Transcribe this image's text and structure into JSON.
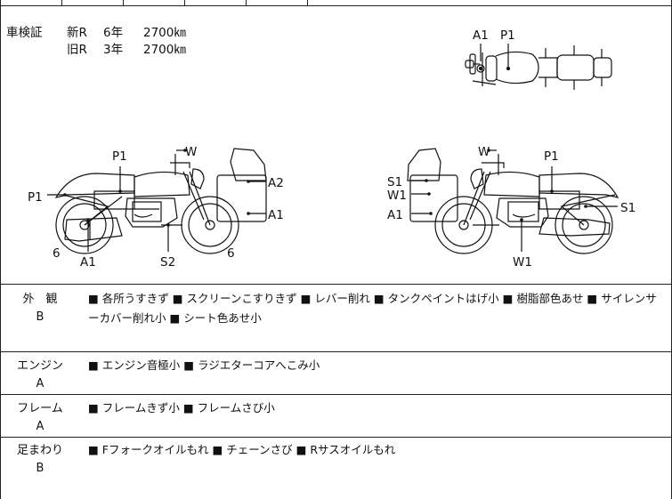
{
  "shaken": {
    "label": "車検証",
    "rows": [
      {
        "type": "新R",
        "years": "6年",
        "mileage": "2700㎞"
      },
      {
        "type": "旧R",
        "years": "3年",
        "mileage": "2700㎞"
      }
    ]
  },
  "diagram_labels": {
    "top": [
      "A1",
      "P1"
    ],
    "left": [
      "P1",
      "W",
      "P1",
      "A2",
      "A1",
      "6",
      "A1",
      "S2",
      "6"
    ],
    "right": [
      "W",
      "P1",
      "S1",
      "W1",
      "A1",
      "S1",
      "W1"
    ]
  },
  "inspection": [
    {
      "category": "外　観",
      "grade": "B",
      "notes": "■ 各所うすきず ■ スクリーンこすりきず ■ レバー削れ ■ タンクペイントはげ小 ■ 樹脂部色あせ ■ サイレンサーカバー削れ小 ■ シート色あせ小"
    },
    {
      "category": "エンジン",
      "grade": "A",
      "notes": "■ エンジン音極小 ■ ラジエターコアへこみ小"
    },
    {
      "category": "フレーム",
      "grade": "A",
      "notes": "■ フレームきず小 ■ フレームさび小"
    },
    {
      "category": "足まわり",
      "grade": "B",
      "notes": "■ Fフォークオイルもれ ■ チェーンさび ■ Rサスオイルもれ"
    }
  ]
}
